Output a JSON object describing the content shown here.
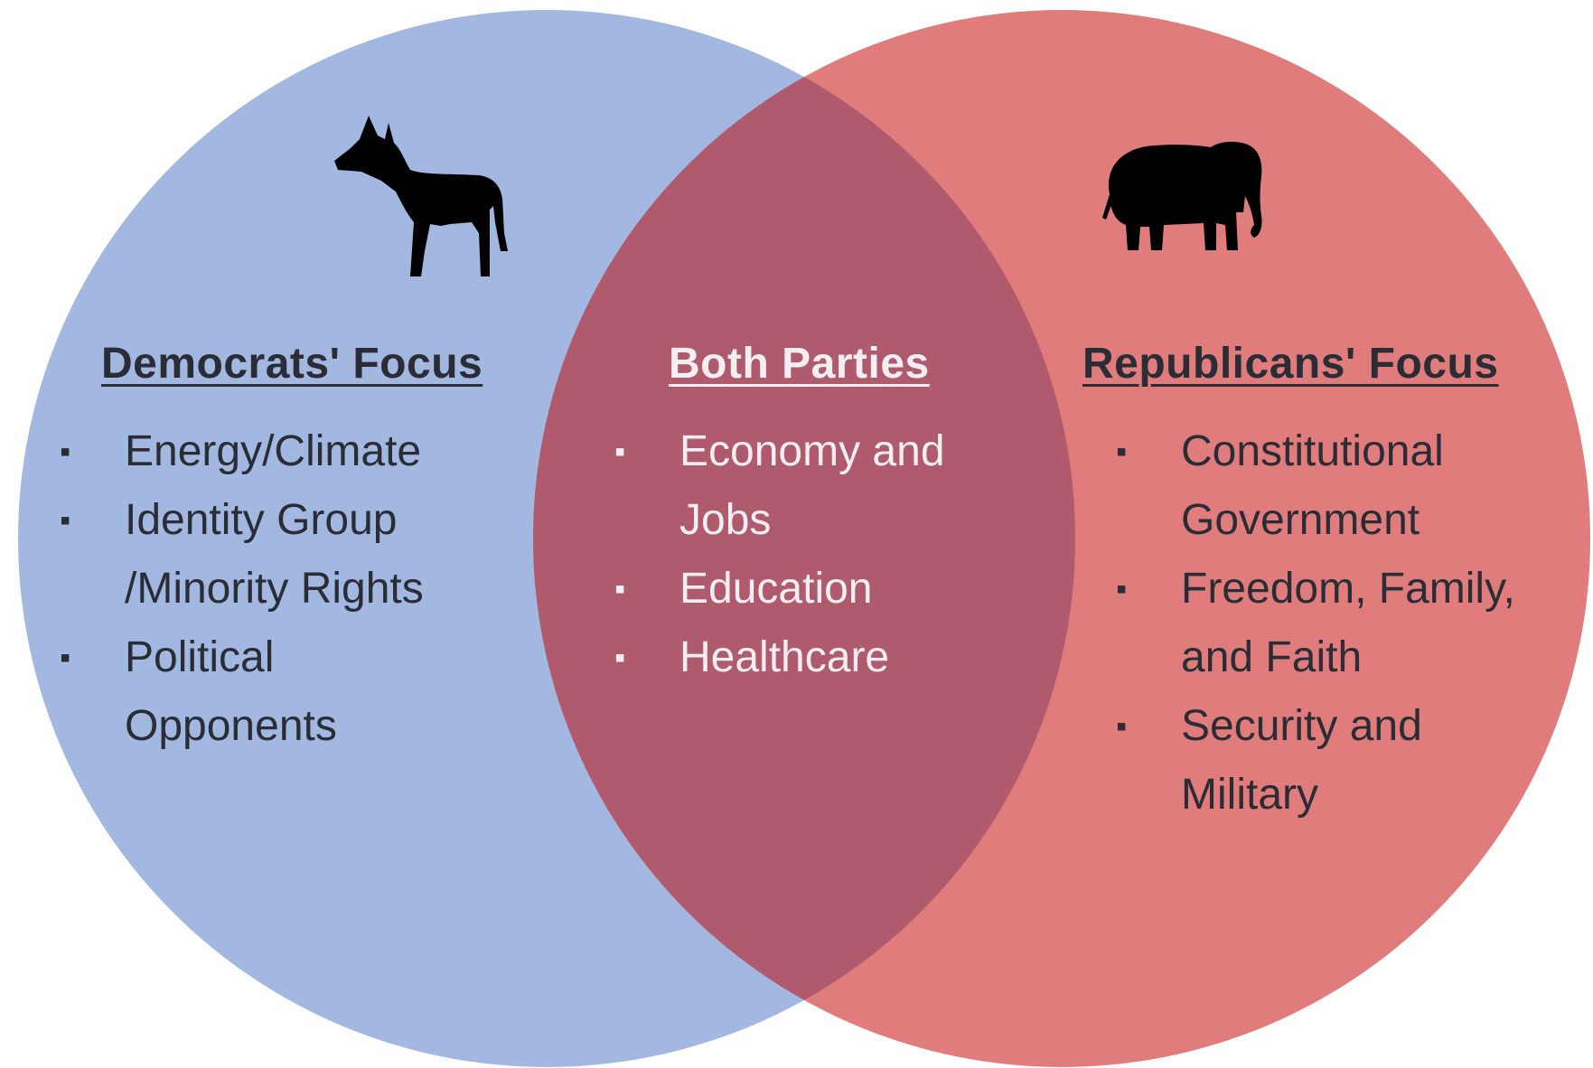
{
  "colors": {
    "left_circle": "#a2b8e1",
    "right_circle": "#e07d7c",
    "overlap": "#b05a6e",
    "dark_text": "#2a2c36",
    "light_text": "#f3eef2"
  },
  "left": {
    "heading": "Democrats' Focus",
    "icon": "donkey-icon",
    "items": [
      "Energy/Climate",
      "Identity Group /Minority Rights",
      "Political Opponents"
    ]
  },
  "center": {
    "heading": "Both Parties",
    "items": [
      "Economy and Jobs",
      "Education",
      "Healthcare"
    ]
  },
  "right": {
    "heading": "Republicans' Focus",
    "icon": "elephant-icon",
    "items": [
      "Constitutional Government",
      "Freedom, Family, and Faith",
      "Security and Military"
    ]
  }
}
